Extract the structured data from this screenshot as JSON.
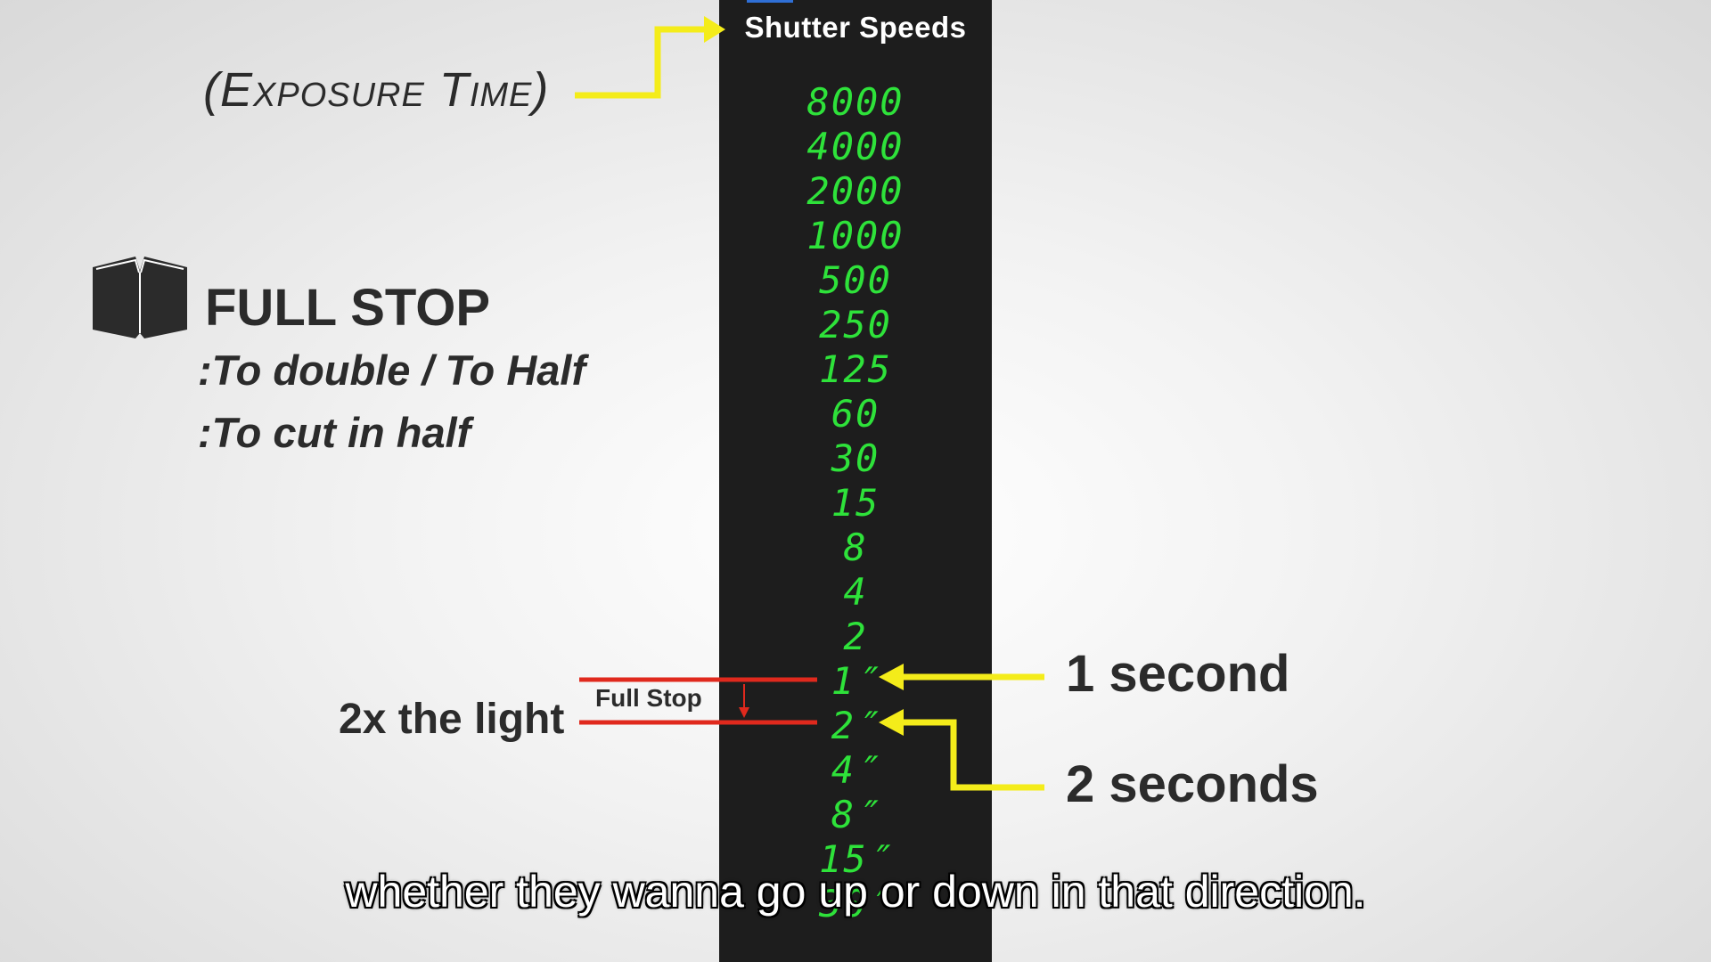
{
  "panel": {
    "title": "Shutter Speeds",
    "speeds": [
      "8000",
      "4000",
      "2000",
      "1000",
      "500",
      "250",
      "125",
      "60",
      "30",
      "15",
      "8",
      "4",
      "2",
      "1″",
      "2″",
      "4″",
      "8″",
      "15″",
      "30″"
    ]
  },
  "left": {
    "exposure_time": "(Exposure Time)",
    "full_stop_title": "FULL STOP",
    "definition_1": ":To double / To Half",
    "definition_2": ":To cut in half",
    "light_label": "2x the light",
    "full_stop_small": "Full Stop"
  },
  "callouts": {
    "one_second": "1 second",
    "two_seconds": "2 seconds"
  },
  "subtitle": "whether they wanna go up or down in that direction.",
  "colors": {
    "panel_bg": "#1d1d1d",
    "digit_green": "#2ee23a",
    "arrow_yellow": "#f4ec1a",
    "marker_red": "#e0291d",
    "text_dark": "#2b2b2b"
  }
}
